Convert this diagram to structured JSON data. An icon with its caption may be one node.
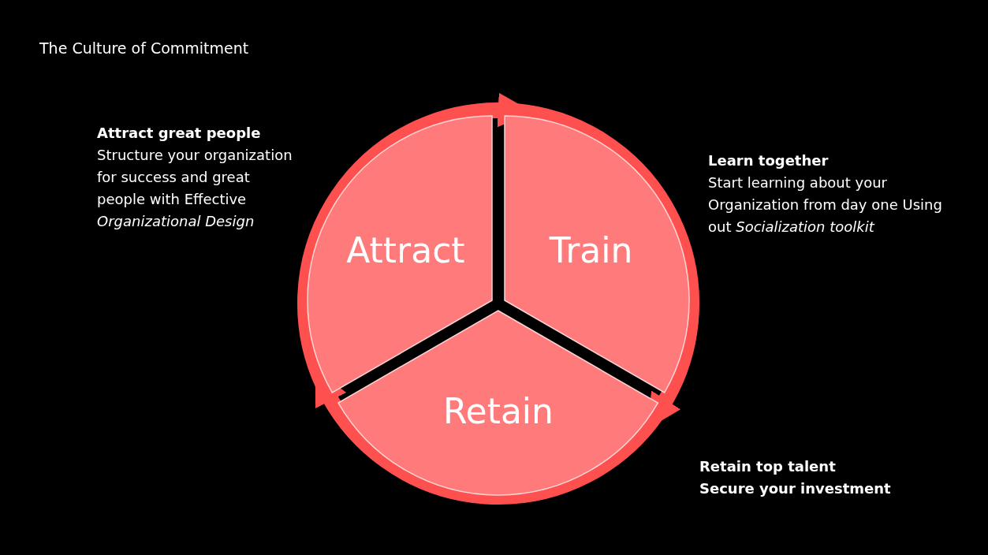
{
  "diagram": {
    "title": "The Culture of Commitment",
    "nodes": [
      {
        "text": [
          "Attract"
        ],
        "beside": [
          "Attract great people",
          "Structure your organization for success and great people with Effective *Organizational Design*"
        ]
      },
      {
        "text": [
          "Train"
        ],
        "beside": [
          "Learn together",
          "Start learning about your Organization from day one Using out *Socialization toolkit*"
        ]
      },
      {
        "text": [
          "Retain"
        ],
        "beside": [
          "Retain top talent",
          "Secure your investment"
        ]
      }
    ],
    "edges": [
      {
        "from": 0,
        "to": 1,
        "arrow": "to"
      },
      {
        "from": 1,
        "to": 2,
        "arrow": "to"
      },
      {
        "from": 2,
        "to": 0,
        "arrow": "to"
      }
    ]
  }
}
